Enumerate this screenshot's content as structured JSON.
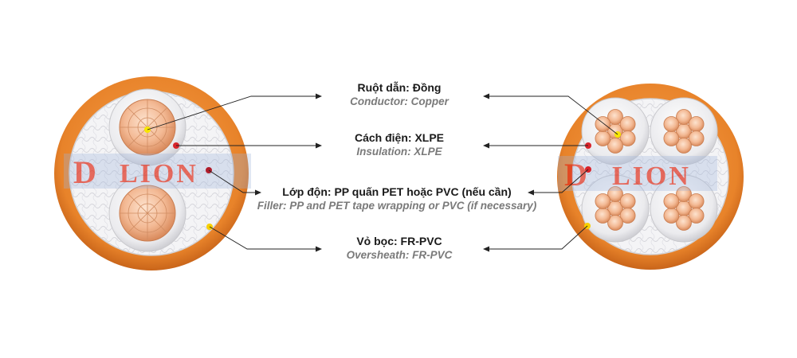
{
  "labels": {
    "conductor": {
      "vi": "Ruột dẫn: Đồng",
      "en": "Conductor: Copper"
    },
    "insulation": {
      "vi": "Cách điện: XLPE",
      "en": "Insulation: XLPE"
    },
    "filler": {
      "vi": "Lớp độn: PP quấn PET hoặc PVC (nếu cần)",
      "en": "Filler: PP and PET tape wrapping or PVC (if necessary)"
    },
    "oversheath": {
      "vi": "Vỏ bọc: FR-PVC",
      "en": "Oversheath: FR-PVC"
    }
  },
  "watermark": {
    "text": "LION",
    "logo": "D"
  },
  "colors": {
    "sheath": "#e8832a",
    "sheath_dark": "#c9651a",
    "filler": "#f1f1f3",
    "insulation": "#e9e9ec",
    "copper": "#f3b994",
    "copper_dark": "#d98a5c",
    "leader": "#222222",
    "dot_conductor": "#f7e600",
    "dot_insulation": "#d8232a",
    "dot_filler": "#b01c2a",
    "dot_sheath": "#f7d000",
    "watermark_red": "#e0301e",
    "watermark_blue": "#7f9fd0"
  }
}
